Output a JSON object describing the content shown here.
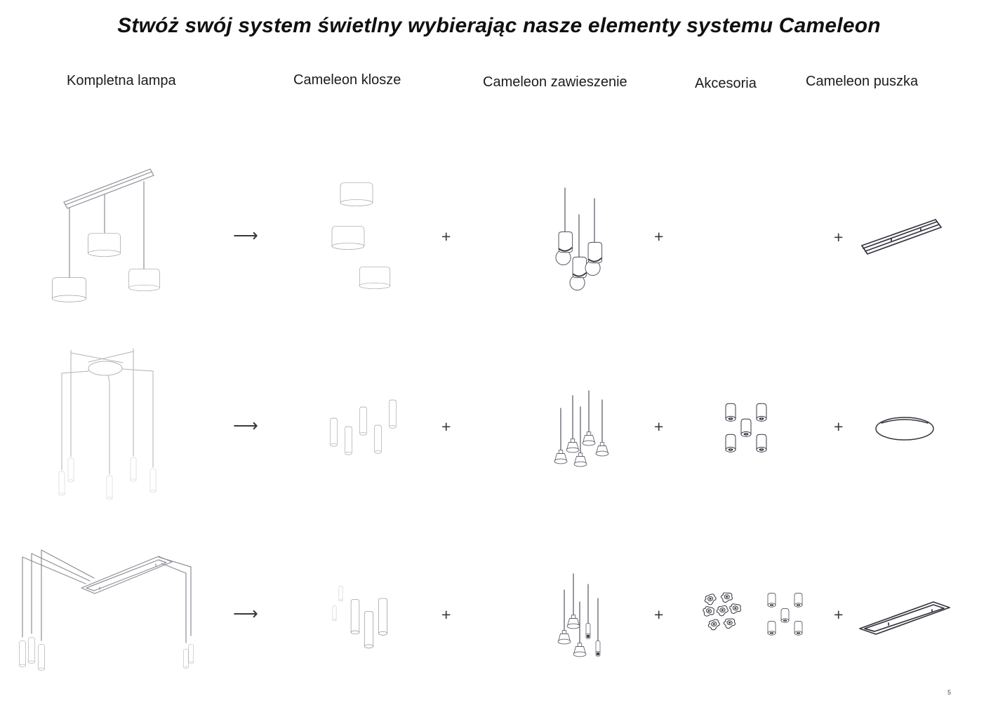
{
  "page": {
    "title": "Stwóż swój system świetlny wybierając nasze elementy systemu Cameleon",
    "page_number": "5",
    "background": "#ffffff"
  },
  "columns": [
    {
      "label": "Kompletna lampa"
    },
    {
      "label": "Cameleon klosze"
    },
    {
      "label": "Cameleon zawieszenie"
    },
    {
      "label": "Akcesoria"
    },
    {
      "label": "Cameleon puszka"
    }
  ],
  "symbols": {
    "arrow": "⟶",
    "plus": "+"
  },
  "colors": {
    "text": "#1c1c1c",
    "line_light": "#8e8e96",
    "line_extra_light": "#b2b2b8",
    "line_mid": "#62626c",
    "ink_dark": "#34343e"
  }
}
